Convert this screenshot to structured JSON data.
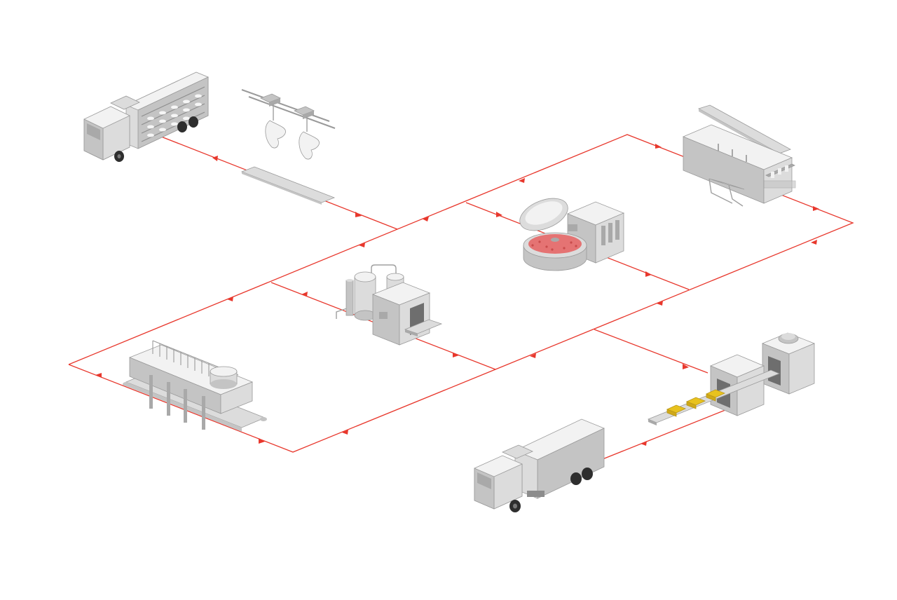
{
  "diagram": {
    "accent_color": "#e8382d",
    "equipment_color": "#c4c4c4",
    "product_color": "#e8c21e",
    "meat_color": "#d9534f",
    "nodes": [
      {
        "id": "livestock-truck",
        "icon": "livestock-truck-icon"
      },
      {
        "id": "overhead-conveyor-hooks",
        "icon": "overhead-hook-conveyor-icon"
      },
      {
        "id": "processing-table",
        "icon": "processing-table-icon"
      },
      {
        "id": "scalding-tank",
        "icon": "scalding-tank-icon"
      },
      {
        "id": "bowl-cutter",
        "icon": "bowl-cutter-icon"
      },
      {
        "id": "vacuum-cooker",
        "icon": "vacuum-cooker-icon"
      },
      {
        "id": "processing-line",
        "icon": "processing-line-icon"
      },
      {
        "id": "packaging-line",
        "icon": "packaging-line-icon"
      },
      {
        "id": "refrigerated-truck",
        "icon": "refrigerated-truck-icon"
      }
    ]
  }
}
